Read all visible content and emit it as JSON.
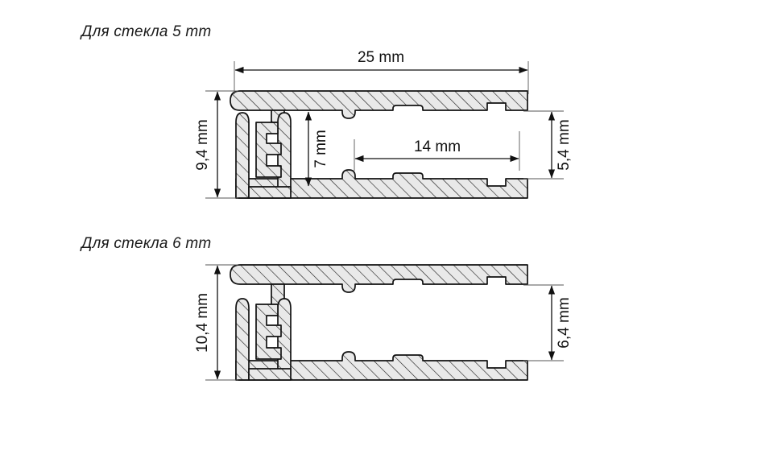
{
  "page": {
    "background_color": "#ffffff",
    "line_color": "#111111",
    "hatch_fill_color": "#e9e9e9",
    "extension_line_color": "#555555"
  },
  "sections": [
    {
      "id": "profile-5mm",
      "title": "Для стекла 5 mm",
      "dimensions": {
        "overall_width": "25 mm",
        "overall_height": "9,4 mm",
        "inner_height_left": "7 mm",
        "inner_width": "14 mm",
        "inner_height_right": "5,4 mm"
      }
    },
    {
      "id": "profile-6mm",
      "title": "Для стекла 6 mm",
      "dimensions": {
        "overall_height": "10,4 mm",
        "inner_height_right": "6,4 mm"
      }
    }
  ]
}
